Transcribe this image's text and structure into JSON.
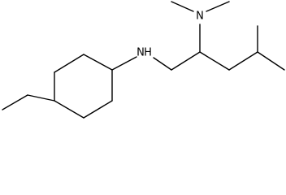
{
  "molecule": {
    "atoms": {
      "amine_nitrogen": "N",
      "amine_hydrogen": "H",
      "dimethylamino_nitrogen": "N"
    }
  }
}
